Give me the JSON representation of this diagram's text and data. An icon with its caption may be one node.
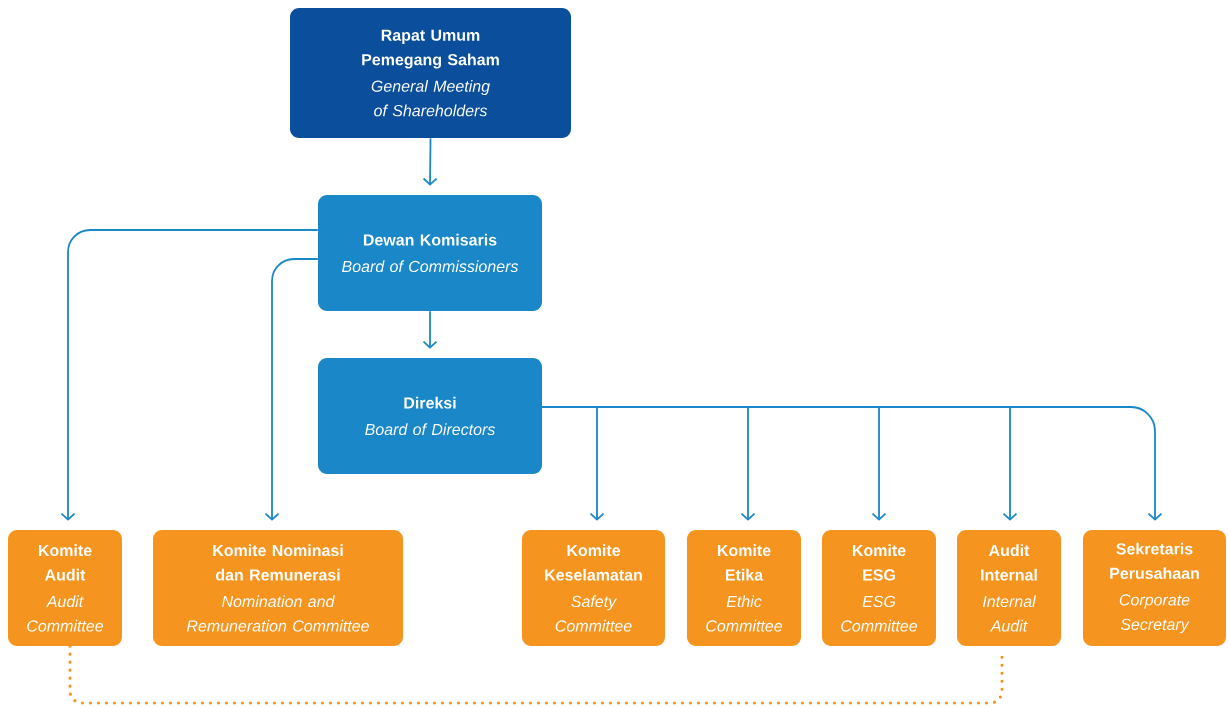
{
  "diagram": {
    "nodes": [
      {
        "text": [
          "Rapat Umum Pemegang Saham",
          "General Meeting of Shareholders"
        ]
      },
      {
        "text": [
          "Dewan Komisaris",
          "Board of Commissioners"
        ]
      },
      {
        "text": [
          "Direksi",
          "Board of Directors"
        ]
      },
      {
        "text": [
          "Komite Audit",
          "Audit Committee"
        ]
      },
      {
        "text": [
          "Komite Nominasi dan Remunerasi",
          "Nomination and Remuneration Committee"
        ]
      },
      {
        "text": [
          "Komite Keselamatan",
          "Safety Committee"
        ]
      },
      {
        "text": [
          "Komite Etika",
          "Ethic Committee"
        ]
      },
      {
        "text": [
          "Komite ESG",
          "ESG Committee"
        ]
      },
      {
        "text": [
          "Audit Internal",
          "Internal Audit"
        ]
      },
      {
        "text": [
          "Sekretaris Perusahaan",
          "Corporate Secretary"
        ]
      }
    ],
    "edges": [
      {
        "from": 0,
        "to": 1,
        "arrow": "to"
      },
      {
        "from": 1,
        "to": 2,
        "arrow": "to"
      },
      {
        "from": 1,
        "to": 3,
        "arrow": "to"
      },
      {
        "from": 1,
        "to": 4,
        "arrow": "to"
      },
      {
        "from": 2,
        "to": 5,
        "arrow": "to"
      },
      {
        "from": 2,
        "to": 6,
        "arrow": "to"
      },
      {
        "from": 2,
        "to": 7,
        "arrow": "to"
      },
      {
        "from": 2,
        "to": 8,
        "arrow": "to"
      },
      {
        "from": 2,
        "to": 9,
        "arrow": "to"
      },
      {
        "from": 3,
        "to": 8,
        "arrow": "none",
        "style": "dashed",
        "color": "#f5951f"
      }
    ]
  }
}
